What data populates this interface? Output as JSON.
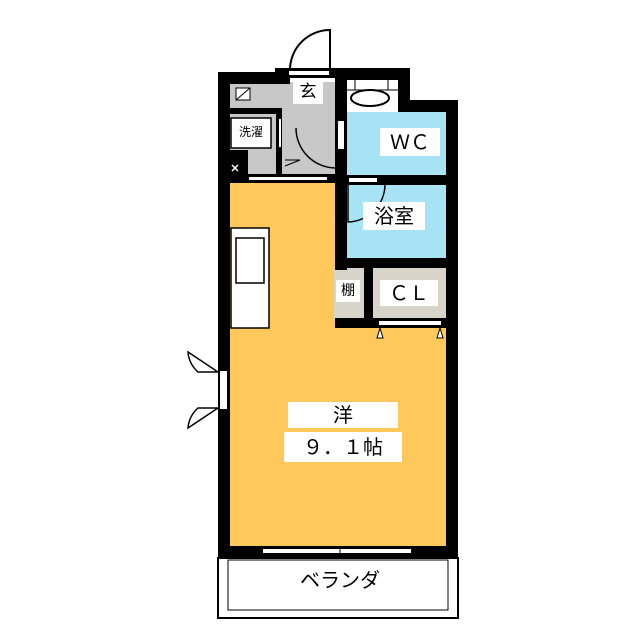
{
  "rooms": {
    "entrance": "玄",
    "laundry": "洗濯",
    "wc": "ＷＣ",
    "bath": "浴室",
    "shelf": "棚",
    "closet": "ＣＬ",
    "western_room": "洋",
    "western_room_size": "９．１帖",
    "balcony": "ベランダ"
  },
  "colors": {
    "main_room": "#FFC85A",
    "wet_area": "#A8E3F5",
    "entrance_floor": "#C8C8C8",
    "storage_floor": "#D8D4CA"
  }
}
